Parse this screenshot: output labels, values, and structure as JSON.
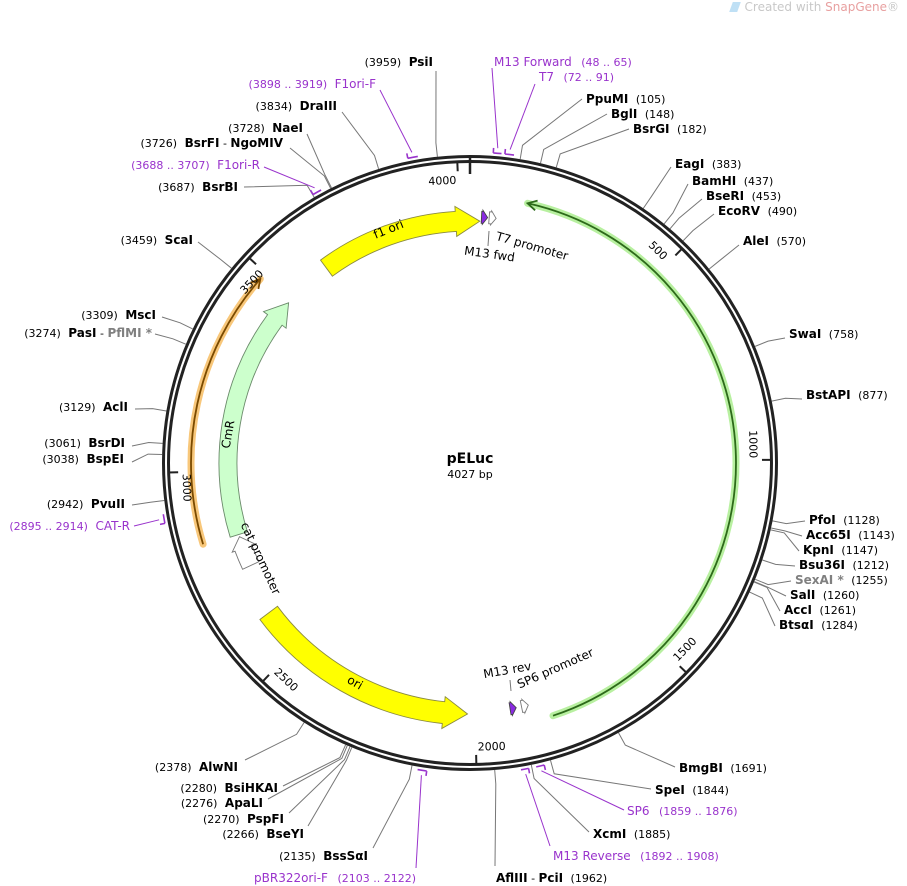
{
  "watermark": {
    "prefix": "Created with ",
    "brand": "SnapGene",
    "suffix": "®"
  },
  "plasmid": {
    "name": "pELuc",
    "length_label": "4027 bp",
    "length": 4027
  },
  "sites": [
    {
      "name": "PsiI",
      "pos": "(3959)",
      "bp": 3959
    },
    {
      "name": "DraIII",
      "pos": "(3834)",
      "bp": 3834
    },
    {
      "name": "NaeI",
      "pos": "(3728)",
      "bp": 3728
    },
    {
      "name": "BsrFI",
      "sep": " - ",
      "name2": "NgoMIV",
      "pos": "(3726)",
      "bp": 3726
    },
    {
      "name": "BsrBI",
      "pos": "(3687)",
      "bp": 3687
    },
    {
      "name": "ScaI",
      "pos": "(3459)",
      "bp": 3459
    },
    {
      "name": "MscI",
      "pos": "(3309)",
      "bp": 3309
    },
    {
      "name": "PasI",
      "sep": " - ",
      "name2": "PflMI *",
      "name2_gray": true,
      "pos": "(3274)",
      "bp": 3274
    },
    {
      "name": "AclI",
      "pos": "(3129)",
      "bp": 3129
    },
    {
      "name": "BsrDI",
      "pos": "(3061)",
      "bp": 3061
    },
    {
      "name": "BspEI",
      "pos": "(3038)",
      "bp": 3038
    },
    {
      "name": "PvuII",
      "pos": "(2942)",
      "bp": 2942
    },
    {
      "name": "AlwNI",
      "pos": "(2378)",
      "bp": 2378
    },
    {
      "name": "BsiHKAI",
      "pos": "(2280)",
      "bp": 2280
    },
    {
      "name": "ApaLI",
      "pos": "(2276)",
      "bp": 2276
    },
    {
      "name": "PspFI",
      "pos": "(2270)",
      "bp": 2270
    },
    {
      "name": "BseYI",
      "pos": "(2266)",
      "bp": 2266
    },
    {
      "name": "BssSαI",
      "pos": "(2135)",
      "bp": 2135
    },
    {
      "name": "AflIII",
      "sep": " - ",
      "name2": "PciI",
      "pos": "(1962)",
      "bp": 1962
    },
    {
      "name": "PpuMI",
      "pos": "(105)",
      "bp": 105
    },
    {
      "name": "BglI",
      "pos": "(148)",
      "bp": 148
    },
    {
      "name": "BsrGI",
      "pos": "(182)",
      "bp": 182
    },
    {
      "name": "EagI",
      "pos": "(383)",
      "bp": 383
    },
    {
      "name": "BamHI",
      "pos": "(437)",
      "bp": 437
    },
    {
      "name": "BseRI",
      "pos": "(453)",
      "bp": 453
    },
    {
      "name": "EcoRV",
      "pos": "(490)",
      "bp": 490
    },
    {
      "name": "AleI",
      "pos": "(570)",
      "bp": 570
    },
    {
      "name": "SwaI",
      "pos": "(758)",
      "bp": 758
    },
    {
      "name": "BstAPI",
      "pos": "(877)",
      "bp": 877
    },
    {
      "name": "PfoI",
      "pos": "(1128)",
      "bp": 1128
    },
    {
      "name": "Acc65I",
      "pos": "(1143)",
      "bp": 1143
    },
    {
      "name": "KpnI",
      "pos": "(1147)",
      "bp": 1147
    },
    {
      "name": "Bsu36I",
      "pos": "(1212)",
      "bp": 1212
    },
    {
      "name": "SexAI *",
      "gray": true,
      "pos": "(1255)",
      "bp": 1255
    },
    {
      "name": "SalI",
      "pos": "(1260)",
      "bp": 1260
    },
    {
      "name": "AccI",
      "pos": "(1261)",
      "bp": 1261
    },
    {
      "name": "BtsαI",
      "pos": "(1284)",
      "bp": 1284
    },
    {
      "name": "BmgBI",
      "pos": "(1691)",
      "bp": 1691
    },
    {
      "name": "SpeI",
      "pos": "(1844)",
      "bp": 1844
    },
    {
      "name": "XcmI",
      "pos": "(1885)",
      "bp": 1885
    }
  ],
  "primers": [
    {
      "name": "M13 Forward",
      "range": "(48 .. 65)",
      "start": 48,
      "end": 65
    },
    {
      "name": "T7",
      "range": "(72 .. 91)",
      "start": 72,
      "end": 91
    },
    {
      "name": "F1ori-F",
      "range": "(3898 .. 3919)",
      "start": 3898,
      "end": 3919
    },
    {
      "name": "F1ori-R",
      "range": "(3688 .. 3707)",
      "start": 3688,
      "end": 3707
    },
    {
      "name": "CAT-R",
      "range": "(2895 .. 2914)",
      "start": 2895,
      "end": 2914
    },
    {
      "name": "pBR322ori-F",
      "range": "(2103 .. 2122)",
      "start": 2103,
      "end": 2122
    },
    {
      "name": "SP6",
      "range": "(1859 .. 1876)",
      "start": 1859,
      "end": 1876
    },
    {
      "name": "M13 Reverse",
      "range": "(1892 .. 1908)",
      "start": 1892,
      "end": 1908
    }
  ],
  "features": [
    {
      "name": "f1 ori",
      "start": 3620,
      "end": 4053,
      "direction": "cw",
      "fill": "#ffff00",
      "stroke": "#8a8a40"
    },
    {
      "name": "ori",
      "start": 2020,
      "end": 2610,
      "direction": "ccw",
      "fill": "#ffff00",
      "stroke": "#8a8a40"
    },
    {
      "name": "CmR",
      "start": 2828,
      "end": 3484,
      "direction": "cw",
      "fill": "#ccffcc",
      "stroke": "#6a8a6a"
    },
    {
      "name": "cat promoter",
      "start": 2740,
      "end": 2822,
      "direction": "cw",
      "fill": "#ffffff",
      "stroke": "#777777"
    },
    {
      "name": "M13 fwd",
      "start": 30,
      "end": 46,
      "direction": "cw",
      "fill": "#8a2be2",
      "stroke": "#444444"
    },
    {
      "name": "T7 promoter",
      "start": 50,
      "end": 68,
      "direction": "cw",
      "fill": "#ffffff",
      "stroke": "#777777"
    },
    {
      "name": "M13 rev",
      "start": 1894,
      "end": 1910,
      "direction": "ccw",
      "fill": "#8a2be2",
      "stroke": "#444444"
    },
    {
      "name": "SP6 promoter",
      "start": 1862,
      "end": 1880,
      "direction": "ccw",
      "fill": "#ffffff",
      "stroke": "#777777"
    }
  ],
  "tracks": [
    {
      "id": "luc-orf",
      "start": 140,
      "end": 1810,
      "direction": "ccw",
      "line": "#2d6a1a",
      "glow": "#b8f0a0"
    },
    {
      "id": "cat-orf",
      "start": 2831,
      "end": 3482,
      "direction": "cw",
      "line": "#7a4a00",
      "glow": "#f8c77a"
    }
  ],
  "ticks": [
    {
      "label": "500",
      "bp": 500
    },
    {
      "label": "1000",
      "bp": 1000
    },
    {
      "label": "1500",
      "bp": 1500
    },
    {
      "label": "2000",
      "bp": 2000
    },
    {
      "label": "2500",
      "bp": 2500
    },
    {
      "label": "3000",
      "bp": 3000
    },
    {
      "label": "3500",
      "bp": 3500
    },
    {
      "label": "4000",
      "bp": 4000
    }
  ],
  "colors": {
    "primer": "#9933cc",
    "backbone": "#222222",
    "leader": "#777777"
  }
}
